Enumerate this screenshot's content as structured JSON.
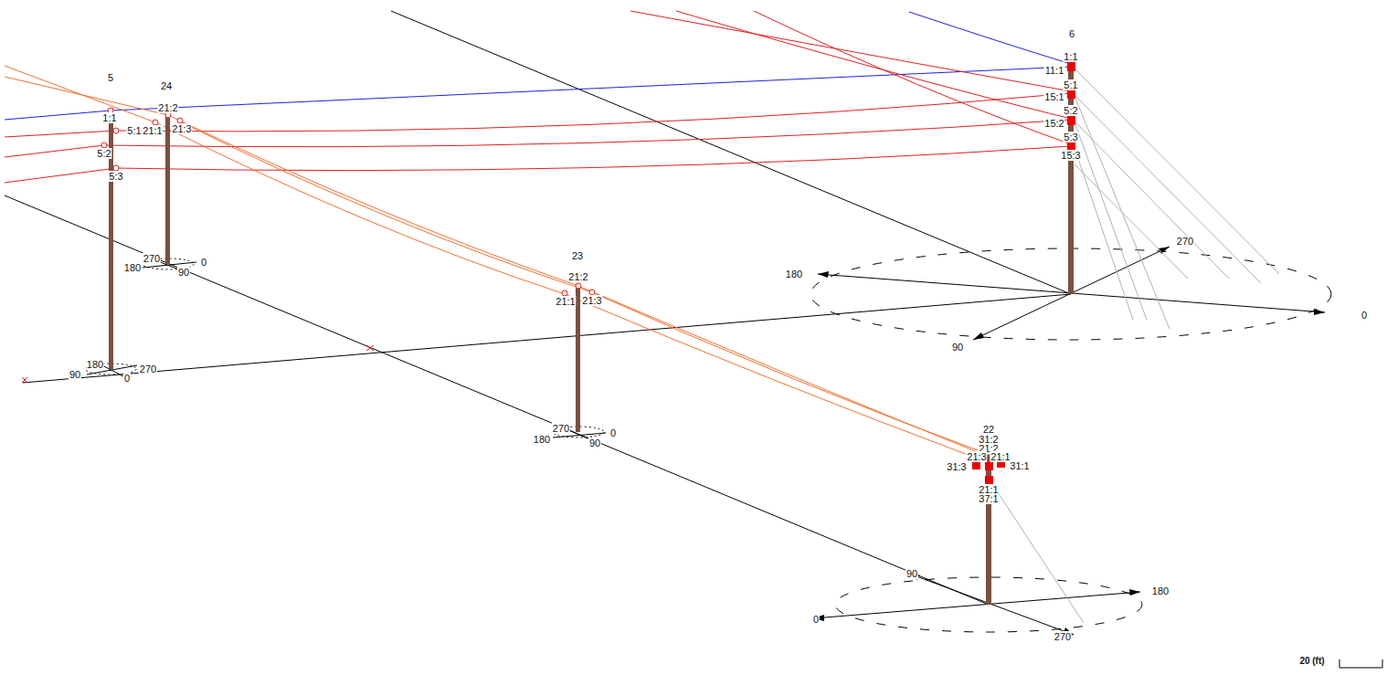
{
  "diagram": {
    "labels": [
      "5",
      "1:1",
      "5:1",
      "5:2",
      "5:3",
      "180",
      "90",
      "270",
      "0",
      "24",
      "21:2",
      "21:1",
      "21:3",
      "270",
      "180",
      "0",
      "90",
      "6",
      "1:1",
      "11:1",
      "5:1",
      "15:1",
      "5:2",
      "15:2",
      "5:3",
      "15:3",
      "270",
      "180",
      "0",
      "90",
      "23",
      "21:2",
      "21:1",
      "21:3",
      "270",
      "180",
      "0",
      "90",
      "22",
      "31:2",
      "21:2",
      "31:3",
      "21:3",
      "21:1",
      "31:1",
      "21:1",
      "37:1",
      "90",
      "180",
      "0",
      "270",
      "20 (ft)"
    ]
  }
}
